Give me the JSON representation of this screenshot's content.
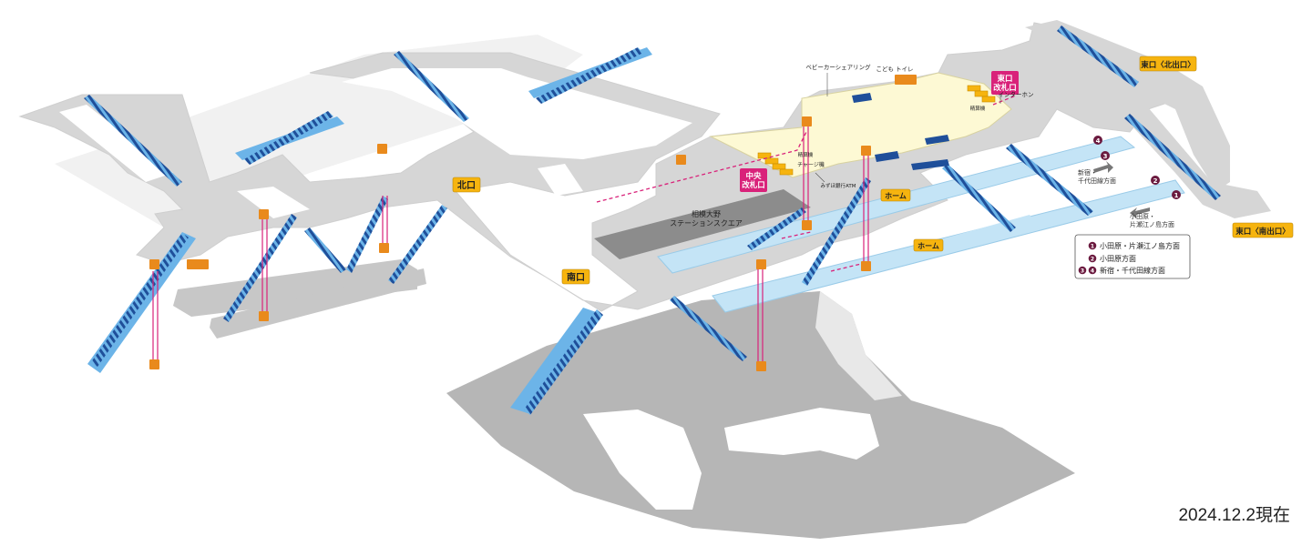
{
  "labels": {
    "north_exit": "北口",
    "south_exit": "南口",
    "central_gate": [
      "中央",
      "改札口"
    ],
    "east_gate": [
      "東口",
      "改札口"
    ],
    "east_north": "東口〈北出口〉",
    "east_south": "東口〈南出口〉",
    "home_upper": "ホーム",
    "home_lower": "ホーム",
    "square": [
      "相模大野",
      "ステーションスクエア"
    ],
    "stroller": "ベビーカーシェアリング",
    "kids_toilet": "こども トイレ",
    "intercom": "インターホン",
    "charge": "チャージ機",
    "ticket1": "精算機",
    "ticket2": "精算機",
    "atm": "みずほ銀行ATM",
    "dir_upper": [
      "新宿・",
      "千代田線方面"
    ],
    "dir_lower": [
      "小田原・",
      "片瀬江ノ島方面"
    ],
    "platforms": [
      "1",
      "2",
      "3",
      "4"
    ]
  },
  "legend": [
    {
      "marks": [
        "1"
      ],
      "text": "小田原・片瀬江ノ島方面"
    },
    {
      "marks": [
        "2"
      ],
      "text": "小田原方面"
    },
    {
      "marks": [
        "3",
        "4"
      ],
      "text": "新宿・千代田線方面"
    }
  ],
  "stamp": "2024.12.2現在",
  "colors": {
    "concourse": "#d6d6d6",
    "plaza": "#b9b9b9",
    "square": "#8c8c8c",
    "platform": "#c4e4f6",
    "paid_area": "#fdf9d4",
    "stair": "#1f4f9a",
    "stair_light": "#6cb4e8",
    "label_bg": "#f6b40f",
    "gate_bg": "#d9227a",
    "elevator": "#e98a1c",
    "route": "#d9227a"
  }
}
